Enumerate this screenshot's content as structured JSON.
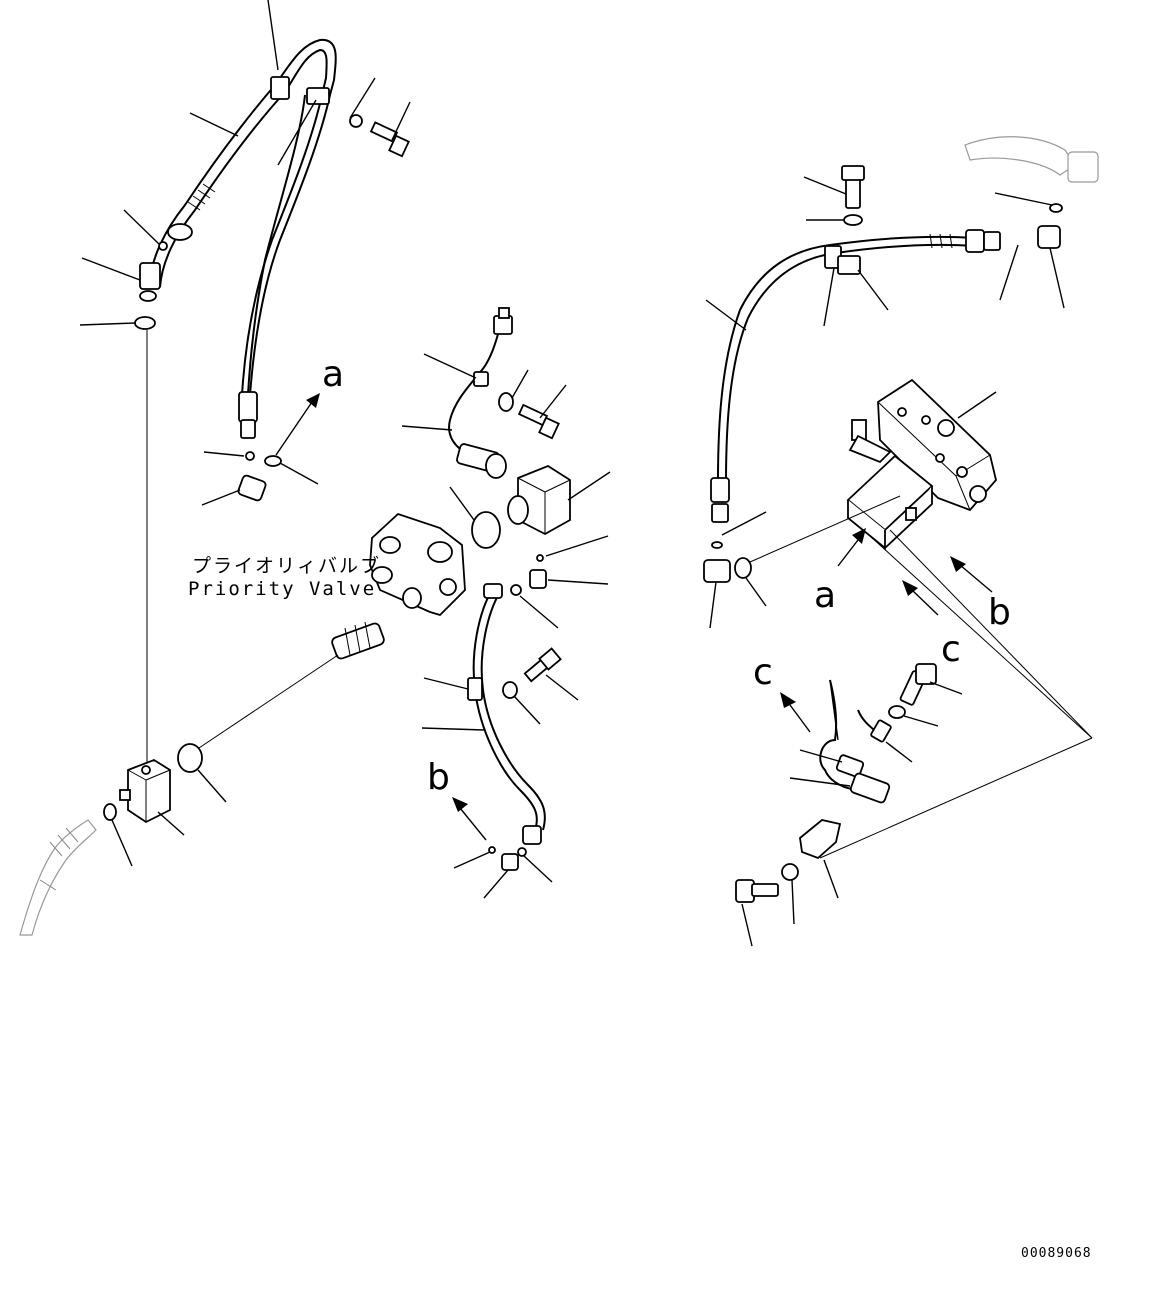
{
  "diagram": {
    "valve_label_jp": "プライオリィバルブ",
    "valve_label_en": "Priority Valve",
    "ref_markers": [
      {
        "id": "a-upper",
        "text": "a"
      },
      {
        "id": "a-lower",
        "text": "a"
      },
      {
        "id": "b-lower-left",
        "text": "b"
      },
      {
        "id": "b-right",
        "text": "b"
      },
      {
        "id": "c-left",
        "text": "c"
      },
      {
        "id": "c-right",
        "text": "c"
      }
    ],
    "doc_number": "00089068"
  }
}
